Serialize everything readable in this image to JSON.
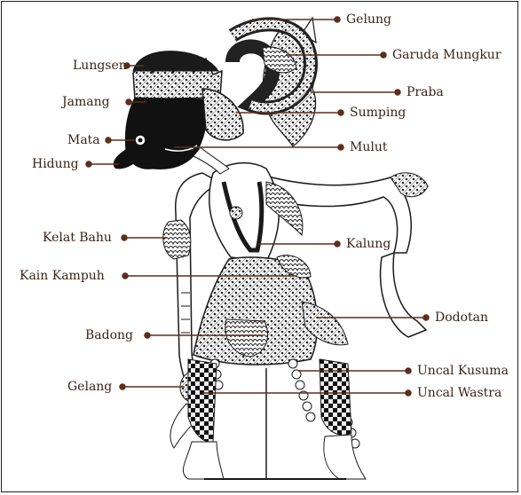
{
  "diagram": {
    "colors": {
      "leader": "#5c2f1c",
      "label_text": "#3a2418",
      "ink": "#1a1a1a",
      "figure_fill": "#ffffff"
    },
    "labels_left": [
      {
        "id": "lungsen",
        "text": "Lungsen"
      },
      {
        "id": "jamang",
        "text": "Jamang"
      },
      {
        "id": "mata",
        "text": "Mata"
      },
      {
        "id": "hidung",
        "text": "Hidung"
      },
      {
        "id": "kelat-bahu",
        "text": "Kelat Bahu"
      },
      {
        "id": "kain-kampuh",
        "text": "Kain Kampuh"
      },
      {
        "id": "badong",
        "text": "Badong"
      },
      {
        "id": "gelang",
        "text": "Gelang"
      }
    ],
    "labels_right": [
      {
        "id": "gelung",
        "text": "Gelung"
      },
      {
        "id": "garuda-mungkur",
        "text": "Garuda Mungkur"
      },
      {
        "id": "praba",
        "text": "Praba"
      },
      {
        "id": "sumping",
        "text": "Sumping"
      },
      {
        "id": "mulut",
        "text": "Mulut"
      },
      {
        "id": "kalung",
        "text": "Kalung"
      },
      {
        "id": "dodotan",
        "text": "Dodotan"
      },
      {
        "id": "uncal-kusuma",
        "text": "Uncal Kusuma"
      },
      {
        "id": "uncal-wastra",
        "text": "Uncal Wastra"
      }
    ]
  }
}
